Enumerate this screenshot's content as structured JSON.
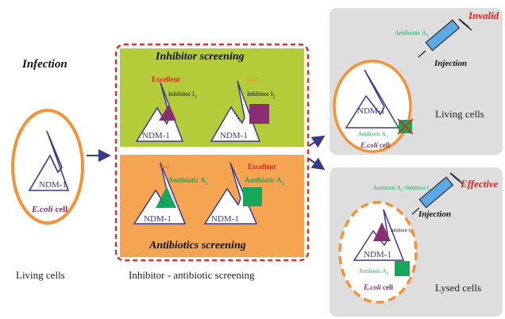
{
  "left": {
    "heading": "Infection",
    "cell_label_italic": "E.coli",
    "cell_label_rest": " cell",
    "enzyme": "NDM-1",
    "caption": "Living cells"
  },
  "middle": {
    "inhibitor_title": "Inhibitor screening",
    "antibiotic_title": "Antibiotics screening",
    "caption": "Inhibitor - antibiotic screening",
    "excellent_label": "Excellent",
    "bad_label": "Bad",
    "inhibitor_1": "Inhibitor I",
    "inhibitor_1_sub": "1",
    "inhibitor_2": "Inhibitor I",
    "inhibitor_2_sub": "2",
    "antibiotic_1": "Antibiotic A",
    "antibiotic_1_sub": "1",
    "antibiotic_2": "Antibiotic A",
    "antibiotic_2_sub": "2",
    "enzyme": "NDM-1"
  },
  "right_top": {
    "status": "Invalid",
    "syringe_label": "Antibiotic A",
    "syringe_label_sub": "1",
    "injection": "Injection",
    "enzyme": "NDM-1",
    "antibiotic_label": "Antibiotic A",
    "antibiotic_label_sub": "1",
    "cell_label_italic": "E.coli",
    "cell_label_rest": " cell",
    "caption": "Living cells"
  },
  "right_bottom": {
    "status": "Effective",
    "syringe_label": "Antibiotic A",
    "syringe_label_sub": "2",
    "syringe_label_mid": "+Inhibitor I",
    "syringe_label_sub2": "1",
    "injection": "Injection",
    "inhibitor_label": "Inhibitor I",
    "inhibitor_label_sub": "1",
    "enzyme": "NDM-1",
    "antibiotic_label": "Antibiotic A",
    "antibiotic_label_sub": "2",
    "cell_label_italic": "E.coli",
    "cell_label_rest": " cell",
    "caption": "Lysed cells"
  },
  "colors": {
    "orange": "#f39237",
    "green_panel": "#b5cc3a",
    "orange_panel": "#f5a552",
    "gray_panel": "#dedede",
    "purple": "#8a2e72",
    "green": "#16a85a",
    "navy": "#3a3a8c",
    "red": "#e2231a",
    "dashed_red": "#e0302a"
  }
}
